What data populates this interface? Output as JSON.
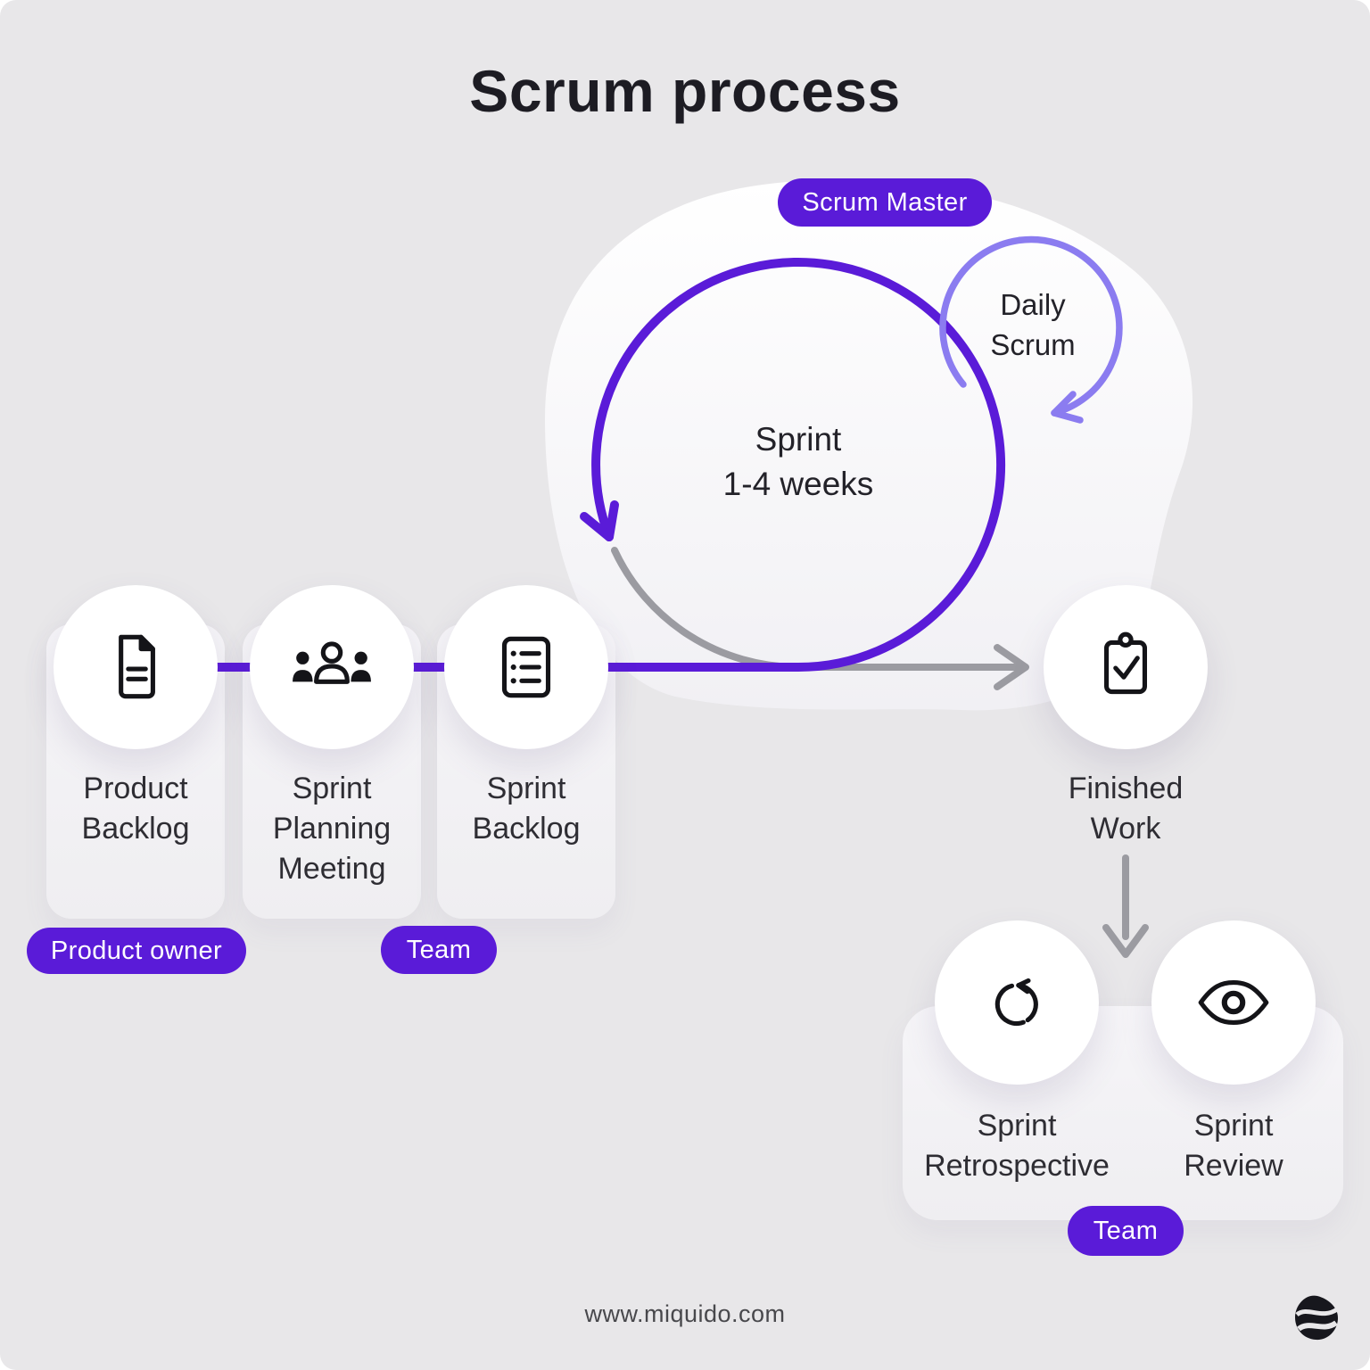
{
  "title": "Scrum process",
  "loop": {
    "scrum_master_badge": "Scrum Master",
    "sprint_line1": "Sprint",
    "sprint_line2": "1-4 weeks",
    "daily_line1": "Daily",
    "daily_line2": "Scrum"
  },
  "nodes": {
    "product_backlog": {
      "label": "Product Backlog",
      "icon": "document-icon"
    },
    "sprint_planning": {
      "label": "Sprint Planning Meeting",
      "icon": "team-icon"
    },
    "sprint_backlog": {
      "label": "Sprint Backlog",
      "icon": "checklist-icon"
    },
    "finished_work": {
      "label": "Finished Work",
      "icon": "clipboard-check-icon"
    },
    "sprint_retrospective": {
      "label": "Sprint Retrospective",
      "icon": "restart-icon"
    },
    "sprint_review": {
      "label": "Sprint Review",
      "icon": "eye-icon"
    }
  },
  "badges": {
    "product_owner": "Product owner",
    "team_planning": "Team",
    "team_review": "Team"
  },
  "footer": {
    "website": "www.miquido.com"
  },
  "colors": {
    "background": "#e8e7e9",
    "accent_purple": "#5a1bd8",
    "light_purple": "#8b7cf0",
    "arrow_gray": "#9b9ba1",
    "text_dark": "#2e2d33",
    "blob_white": "#ffffff"
  }
}
